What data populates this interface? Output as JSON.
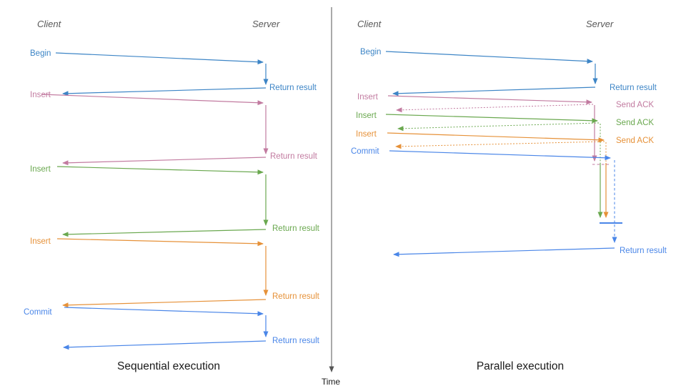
{
  "colors": {
    "begin_blue": "#3d85c6",
    "commit_blue": "#4a86e8",
    "pink": "#c27ba0",
    "green": "#6aa84f",
    "orange": "#e69138",
    "header_gray": "#595959",
    "title_color": "#1a1a1a",
    "axis_gray": "#555555"
  },
  "left_panel": {
    "title": "Sequential execution",
    "client_header": "Client",
    "server_header": "Server",
    "steps": [
      {
        "label": "Begin",
        "result": "Return result"
      },
      {
        "label": "Insert",
        "result": "Return result"
      },
      {
        "label": "Insert",
        "result": "Return result"
      },
      {
        "label": "Insert",
        "result": "Return result"
      },
      {
        "label": "Commit",
        "result": "Return result"
      }
    ]
  },
  "right_panel": {
    "title": "Parallel execution",
    "client_header": "Client",
    "server_header": "Server",
    "steps": [
      {
        "label": "Begin",
        "result": "Return result"
      },
      {
        "label": "Insert",
        "ack": "Send ACK"
      },
      {
        "label": "Insert",
        "ack": "Send ACK"
      },
      {
        "label": "Insert",
        "ack": "Send ACK"
      },
      {
        "label": "Commit",
        "result": "Return result"
      }
    ]
  },
  "time_axis": {
    "label": "Time"
  }
}
